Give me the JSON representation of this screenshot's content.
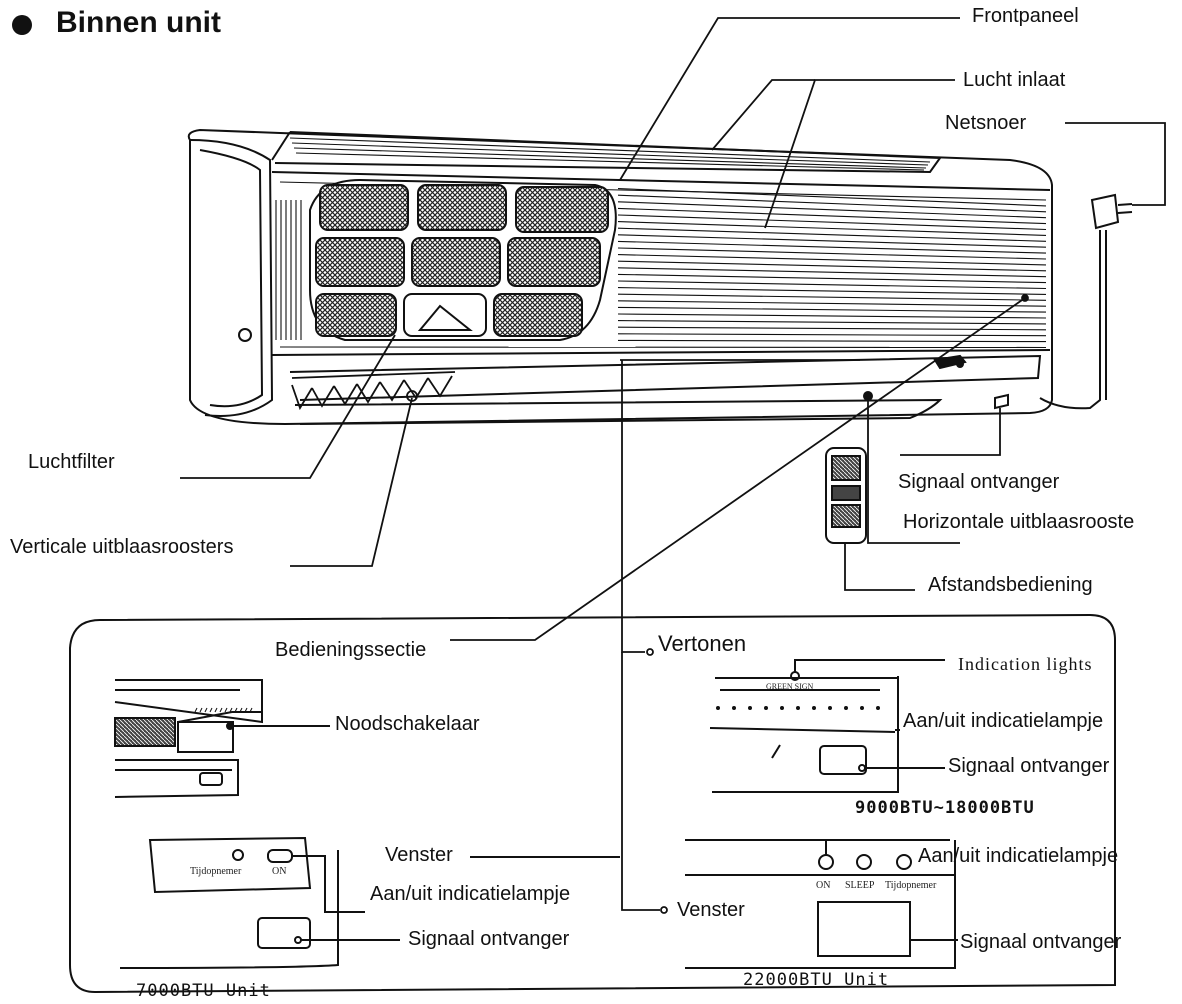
{
  "title": "Binnen unit",
  "labels": {
    "frontpaneel": "Frontpaneel",
    "lucht_inlaat": "Lucht inlaat",
    "netsnoer": "Netsnoer",
    "luchtfilter": "Luchtfilter",
    "verticale_uitblaasroosters": "Verticale uitblaasroosters",
    "signaal_ontvanger_main": "Signaal ontvanger",
    "horizontale_uitblaasrooste": "Horizontale uitblaasrooste",
    "afstandsbediening": "Afstandsbediening",
    "bedieningssectie": "Bedieningssectie",
    "vertonen": "Vertonen",
    "indication_lights": "Indication lights",
    "noodschakelaar": "Noodschakelaar",
    "aan_uit_1": "Aan/uit indicatielampje",
    "signaal_ontvanger_1": "Signaal ontvanger",
    "model_9000": "9000BTU~18000BTU",
    "venster_left": "Venster",
    "aan_uit_2": "Aan/uit indicatielampje",
    "aan_uit_3": "Aan/uit indicatielampje",
    "signaal_ontvanger_2": "Signaal ontvanger",
    "venster_mid": "Venster",
    "signaal_ontvanger_3": "Signaal ontvanger",
    "model_7000": "7000BTU Unit",
    "model_22000": "22000BTU Unit"
  },
  "panel_small": {
    "green_sign": "GREEN SIGN",
    "tijdopnemer_7000": "Tijdopnemer",
    "on_7000": "ON",
    "on_22000": "ON",
    "sleep_22000": "SLEEP",
    "tijdopnemer_22000": "Tijdopnemer"
  }
}
